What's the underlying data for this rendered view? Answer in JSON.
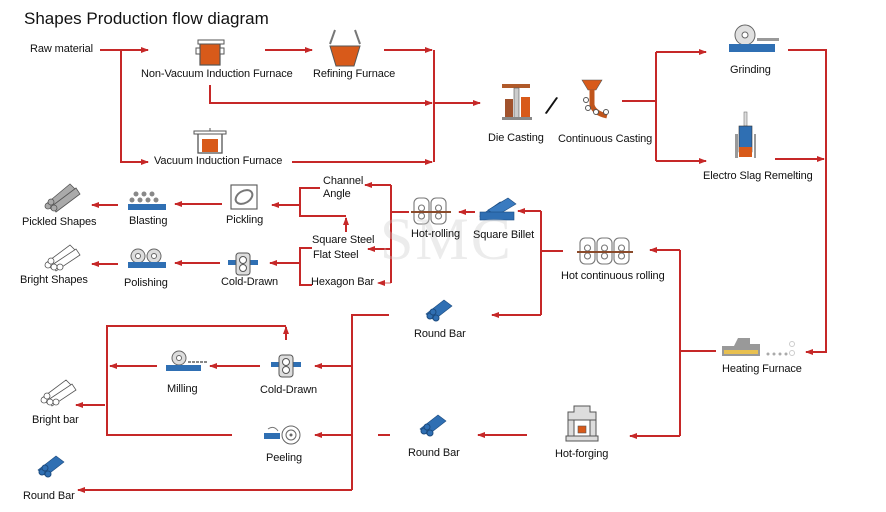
{
  "title": "Shapes Production flow diagram",
  "watermark": "SMC",
  "colors": {
    "arrow": "#c62828",
    "steel_blue": "#2f6fb3",
    "furnace_orange": "#d85a1a",
    "gray": "#9e9e9e"
  },
  "nodes": {
    "raw_material": "Raw material",
    "non_vacuum_furnace": "Non-Vacuum Induction Furnace",
    "refining_furnace": "Refining Furnace",
    "vacuum_furnace": "Vacuum Induction Furnace",
    "die_casting": "Die Casting",
    "continuous_casting": "Continuous Casting",
    "casting_separator": "/",
    "grinding": "Grinding",
    "electro_slag": "Electro Slag Remelting",
    "heating_furnace": "Heating Furnace",
    "hot_continuous_rolling": "Hot continuous rolling",
    "square_billet": "Square Billet",
    "hot_rolling": "Hot-rolling",
    "channel": "Channel",
    "angle": "Angle",
    "square_steel": "Square Steel",
    "flat_steel": "Flat Steel",
    "hexagon_bar": "Hexagon Bar",
    "pickling": "Pickling",
    "blasting": "Blasting",
    "pickled_shapes": "Pickled Shapes",
    "cold_drawn_1": "Cold-Drawn",
    "polishing": "Polishing",
    "bright_shapes": "Bright Shapes",
    "round_bar_1": "Round Bar",
    "cold_drawn_2": "Cold-Drawn",
    "milling": "Milling",
    "bright_bar": "Bright  bar",
    "peeling": "Peeling",
    "round_bar_2": "Round Bar",
    "hot_forging": "Hot-forging",
    "round_bar_3": "Round Bar"
  }
}
